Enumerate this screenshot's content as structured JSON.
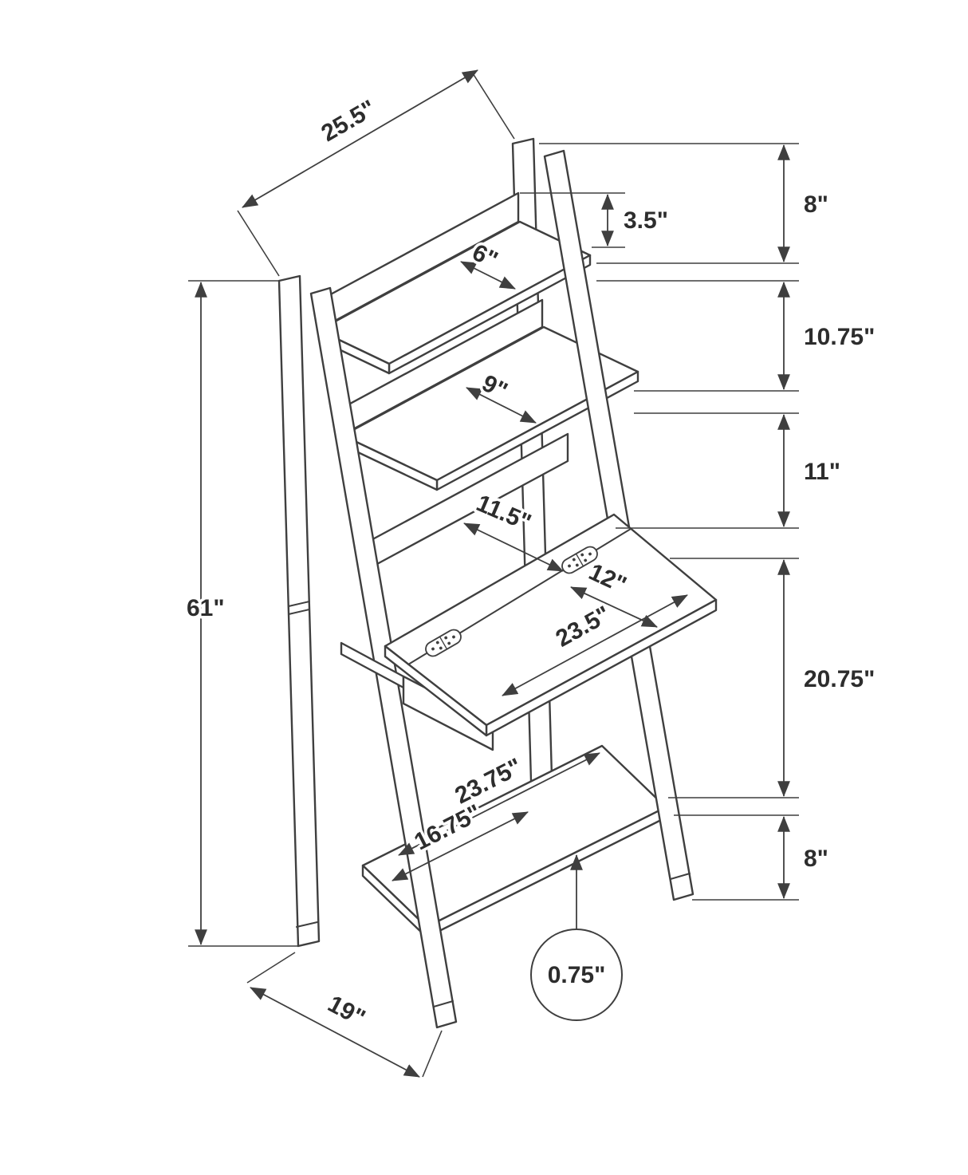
{
  "diagram": {
    "colors": {
      "line": "#3f3f3f",
      "background": "#ffffff"
    },
    "dims": {
      "top_width": "25.5\"",
      "back_panel_height": "3.5\"",
      "top_section_height": "8\"",
      "top_shelf_depth": "6\"",
      "second_gap_height": "10.75\"",
      "middle_shelf_depth": "9\"",
      "third_gap_height": "11\"",
      "desk_back_section": "11.5\"",
      "desk_front_section": "12\"",
      "desk_total_depth": "23.5\"",
      "desk_gap_height": "20.75\"",
      "overall_height": "61\"",
      "bottom_shelf_width": "23.75\"",
      "bottom_shelf_inner_width": "16.75\"",
      "bottom_section_height": "8\"",
      "panel_thickness": "0.75\"",
      "base_depth": "19\""
    }
  }
}
